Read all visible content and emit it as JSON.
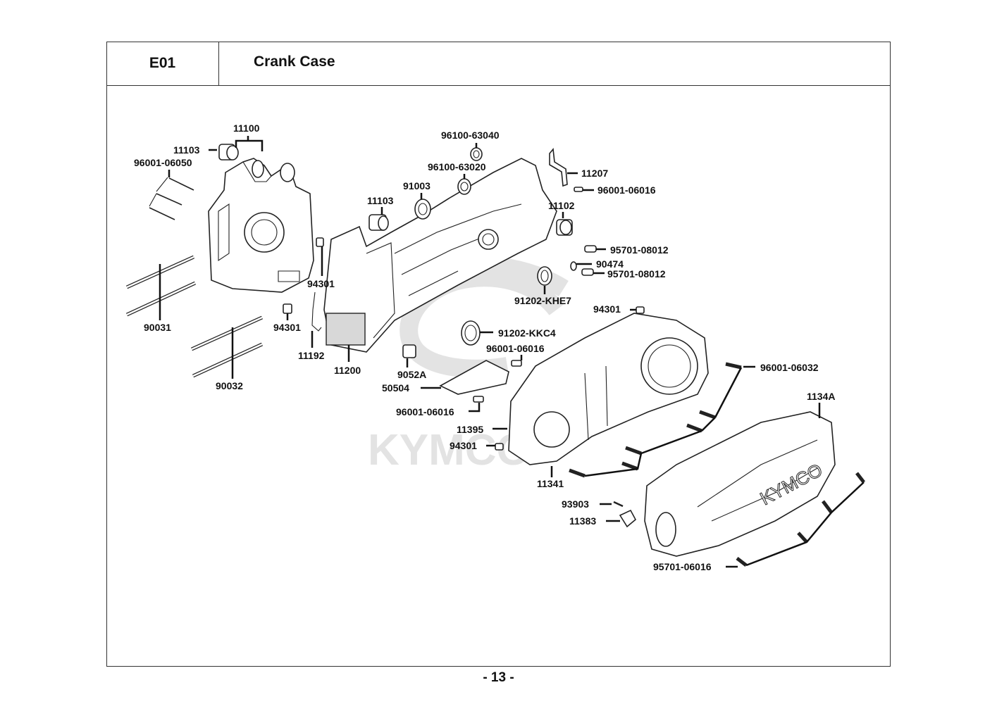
{
  "header": {
    "section_code": "E01",
    "title": "Crank Case"
  },
  "footer": {
    "page_number": "- 13 -"
  },
  "watermark": {
    "brand": "KYMCO"
  },
  "diagram": {
    "labels": {
      "l11100": "11100",
      "l11103a": "11103",
      "l96001_06050": "96001-06050",
      "l96100_63040": "96100-63040",
      "l96100_63020": "96100-63020",
      "l91003": "91003",
      "l11103b": "11103",
      "l11207": "11207",
      "l96001_06016a": "96001-06016",
      "l11102": "11102",
      "l95701_08012a": "95701-08012",
      "l90474": "90474",
      "l95701_08012b": "95701-08012",
      "l91202_khe7": "91202-KHE7",
      "l94301a": "94301",
      "l94301b": "94301",
      "l94301c": "94301",
      "l94301d": "94301",
      "l90031": "90031",
      "l90032": "90032",
      "l11192": "11192",
      "l11200": "11200",
      "l91202_kkc4": "91202-KKC4",
      "l96001_06016b": "96001-06016",
      "l9052a": "9052A",
      "l50504": "50504",
      "l96001_06016c": "96001-06016",
      "l96001_06032": "96001-06032",
      "l1134a": "1134A",
      "l11395": "11395",
      "l11341": "11341",
      "l93903": "93903",
      "l11383": "11383",
      "l95701_06016": "95701-06016"
    },
    "cover_brand_text": "KYMCO"
  }
}
